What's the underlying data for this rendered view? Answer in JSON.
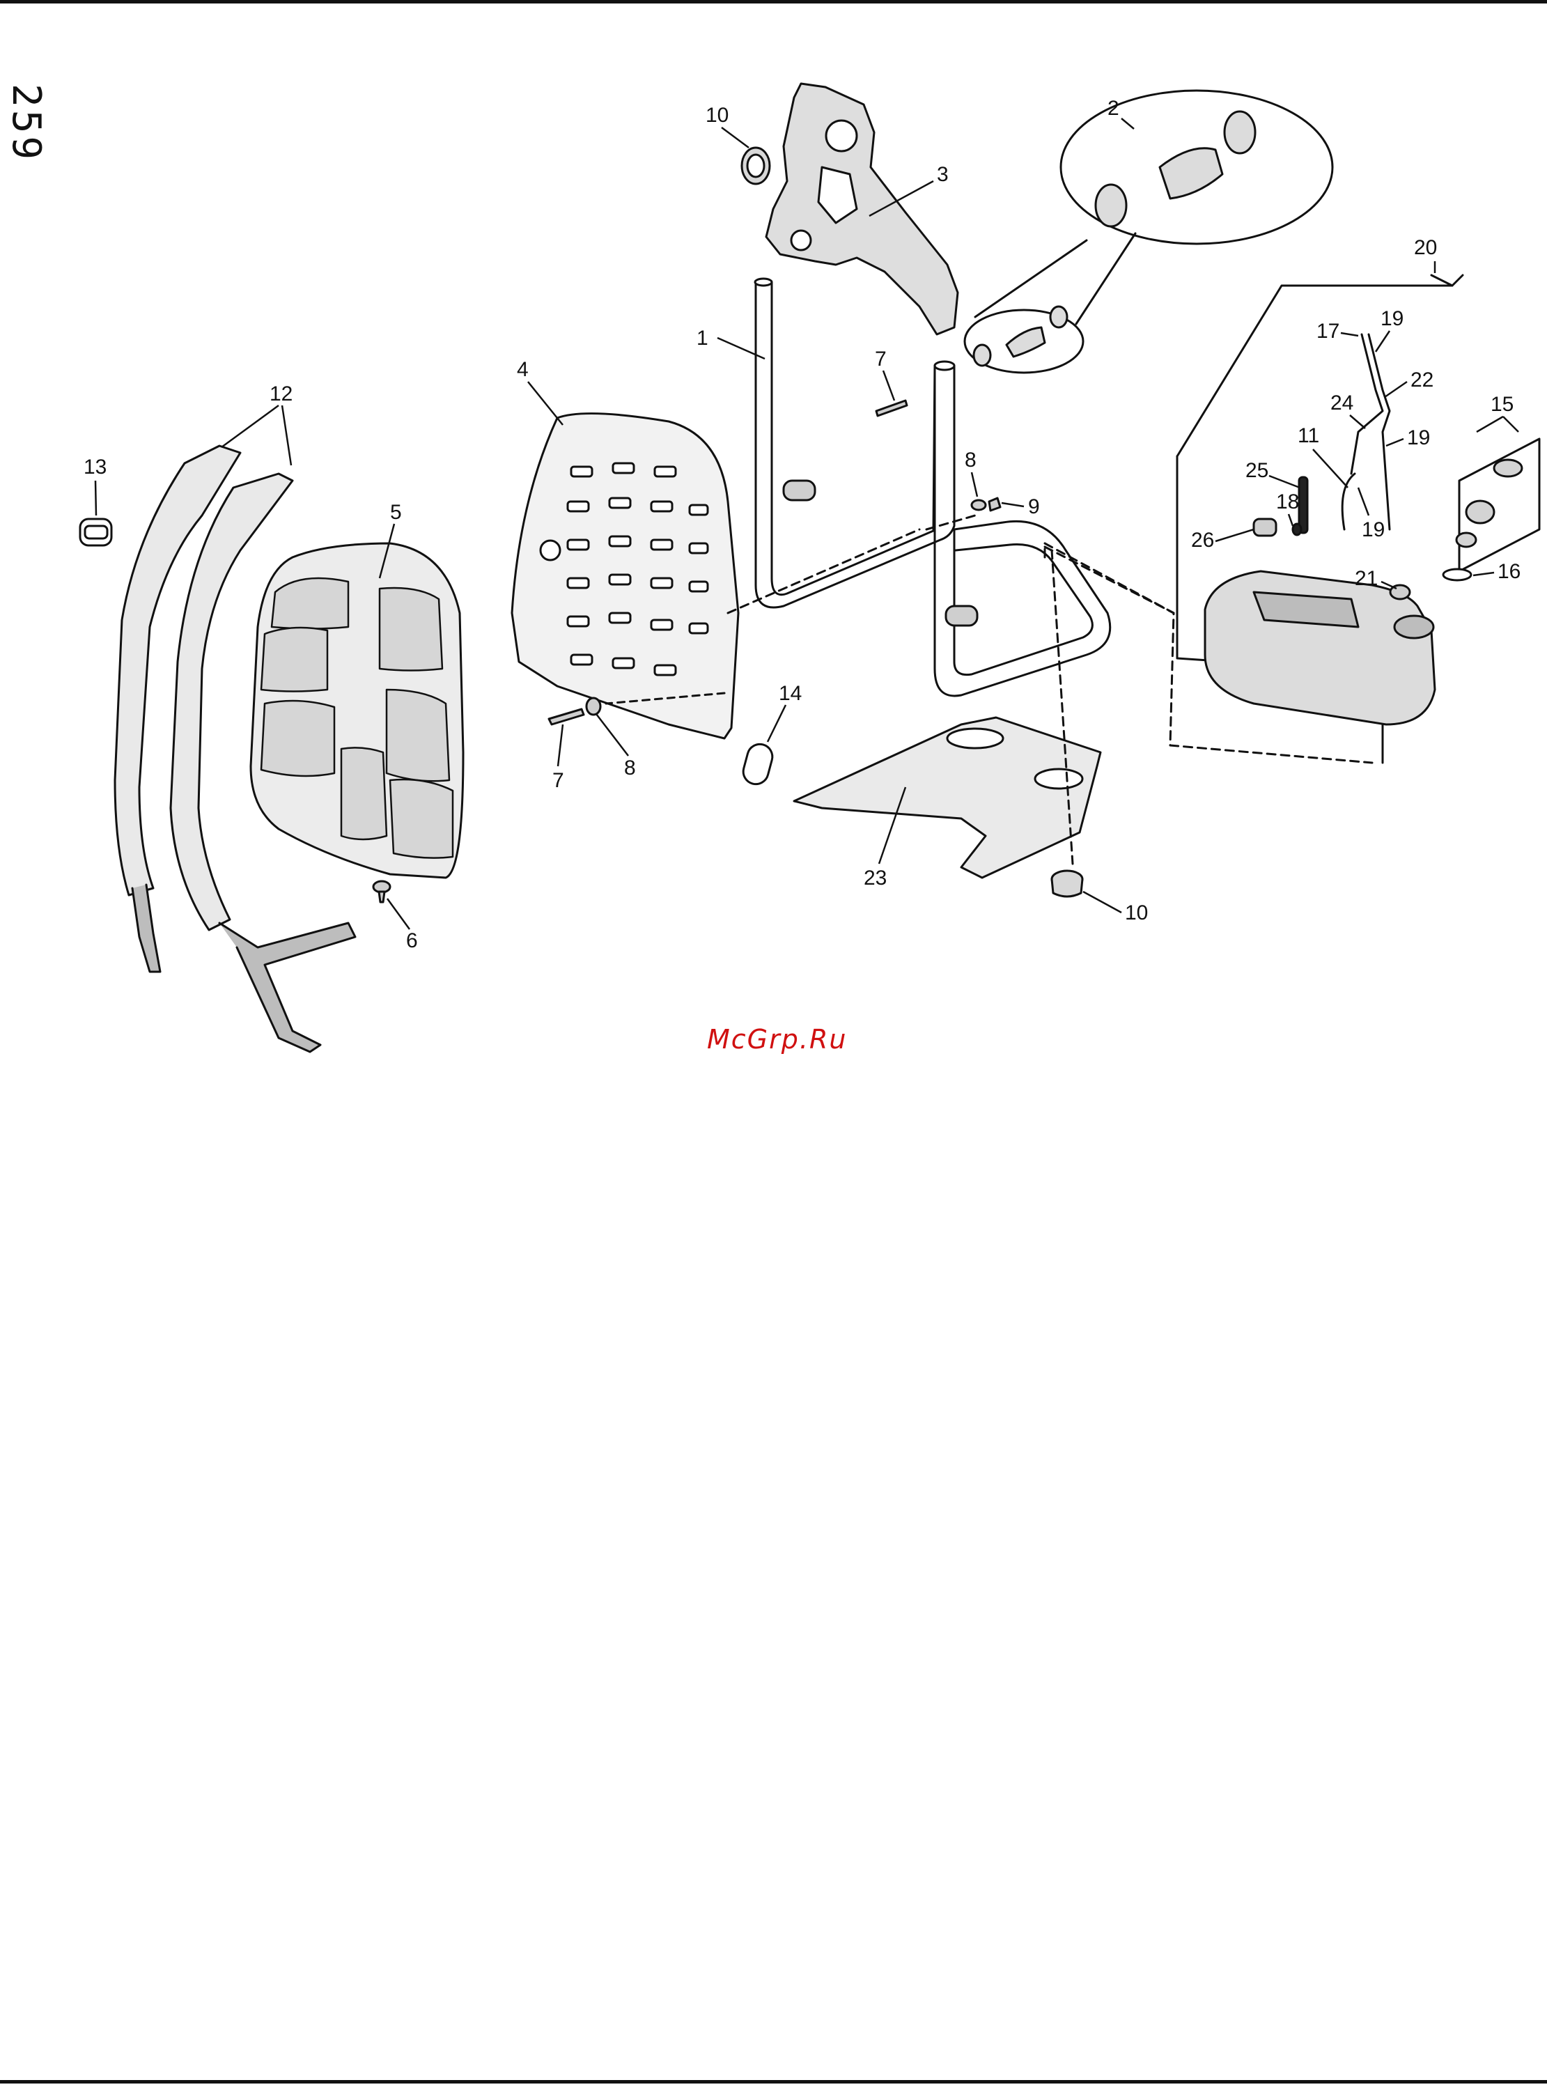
{
  "page_number": "259",
  "watermark": "McGrp.Ru",
  "callouts": [
    "1",
    "2",
    "3",
    "4",
    "5",
    "6",
    "7",
    "7",
    "8",
    "8",
    "9",
    "10",
    "10",
    "11",
    "12",
    "13",
    "14",
    "15",
    "16",
    "17",
    "18",
    "19",
    "19",
    "19",
    "20",
    "21",
    "22",
    "23",
    "24",
    "25",
    "26"
  ],
  "colors": {
    "line": "#111111",
    "part_fill": "#e6e6e6",
    "part_fill_dark": "#b9b9b9",
    "watermark": "#d01010"
  }
}
